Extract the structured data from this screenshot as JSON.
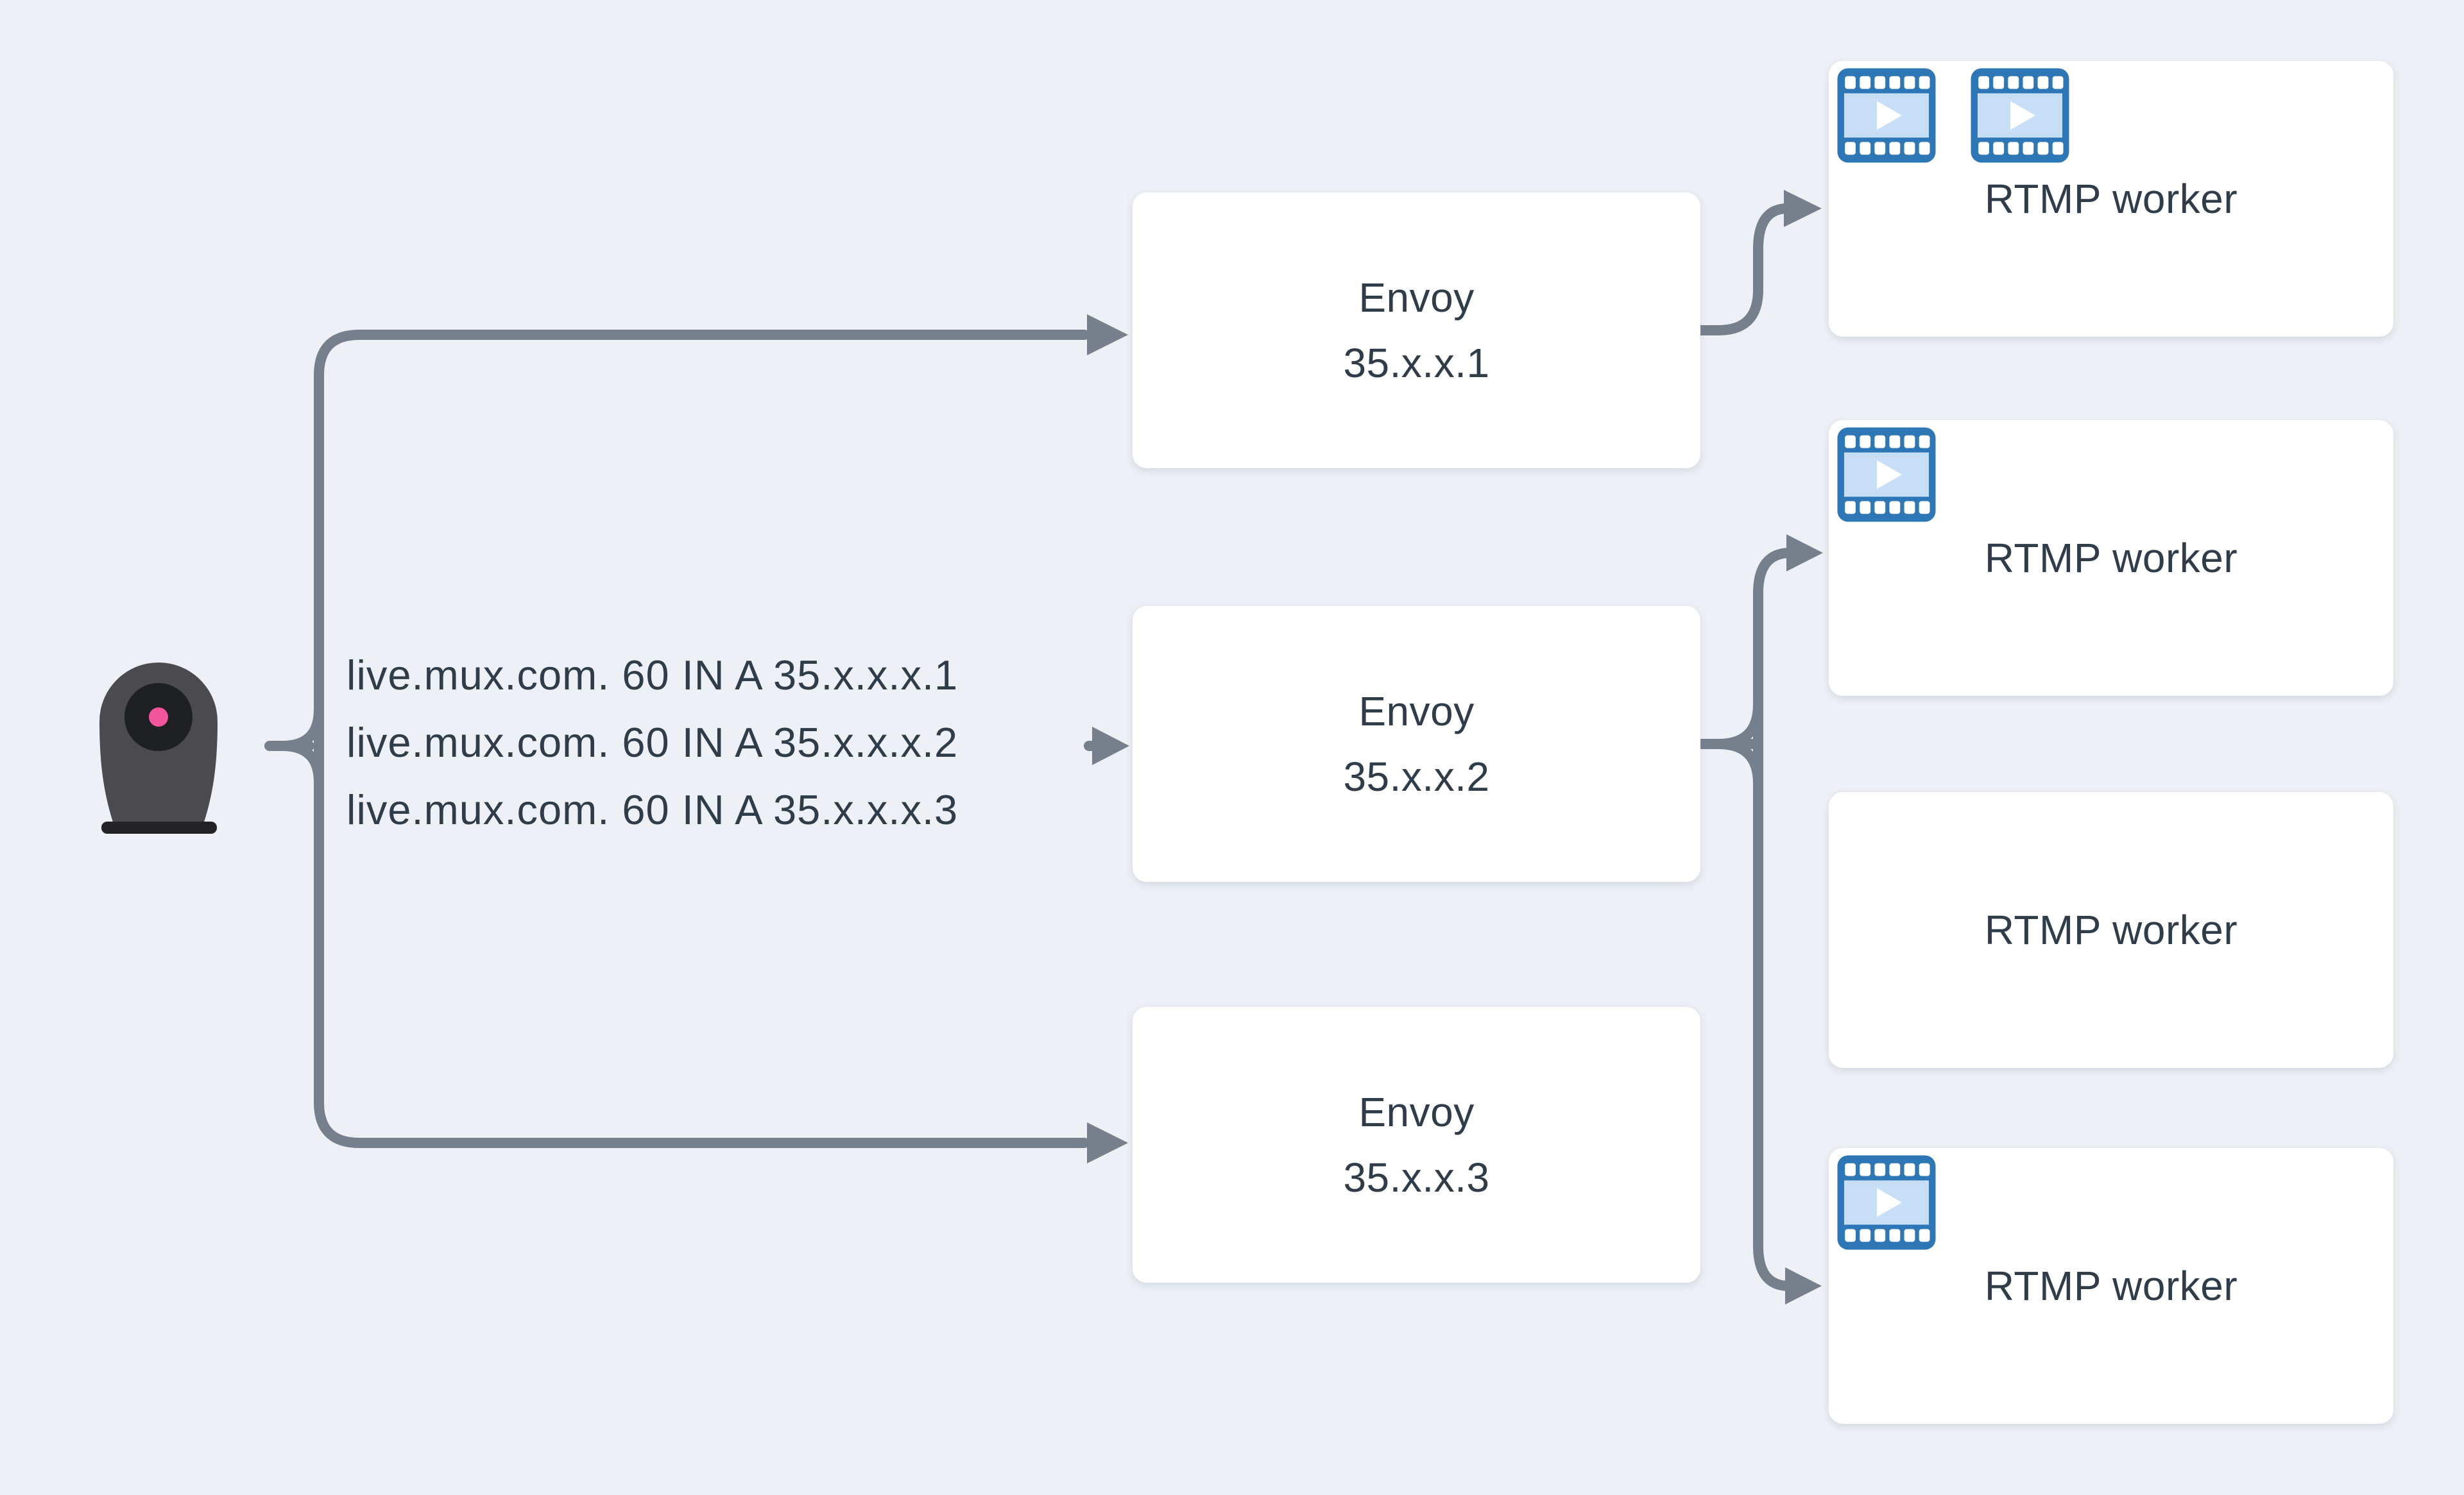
{
  "theme": {
    "bg": "#EDF1F5",
    "line": "#75808C",
    "text": "#2E3D49",
    "box": "#FFFFFF",
    "film-border": "#2E77B6",
    "film-fill": "#C7DFF6",
    "film-hole": "#FFFFFF",
    "cam-body": "#4B4A4E",
    "cam-lens": "#1E2024",
    "cam-dot": "#F2549D",
    "cam-base": "#232327"
  },
  "icons": {
    "camera": "webcam-icon",
    "film": "film-strip-icon"
  },
  "dns": {
    "lines": [
      "live.mux.com. 60 IN A 35.x.x.x.1",
      "live.mux.com. 60 IN A 35.x.x.x.2",
      "live.mux.com. 60 IN A 35.x.x.x.3"
    ]
  },
  "envoy": [
    {
      "title": "Envoy",
      "ip": "35.x.x.1"
    },
    {
      "title": "Envoy",
      "ip": "35.x.x.2"
    },
    {
      "title": "Envoy",
      "ip": "35.x.x.3"
    }
  ],
  "rtmp": [
    {
      "label": "RTMP worker",
      "film_icon_count": 2
    },
    {
      "label": "RTMP worker",
      "film_icon_count": 1
    },
    {
      "label": "RTMP worker",
      "film_icon_count": 0
    },
    {
      "label": "RTMP worker",
      "film_icon_count": 1
    }
  ]
}
